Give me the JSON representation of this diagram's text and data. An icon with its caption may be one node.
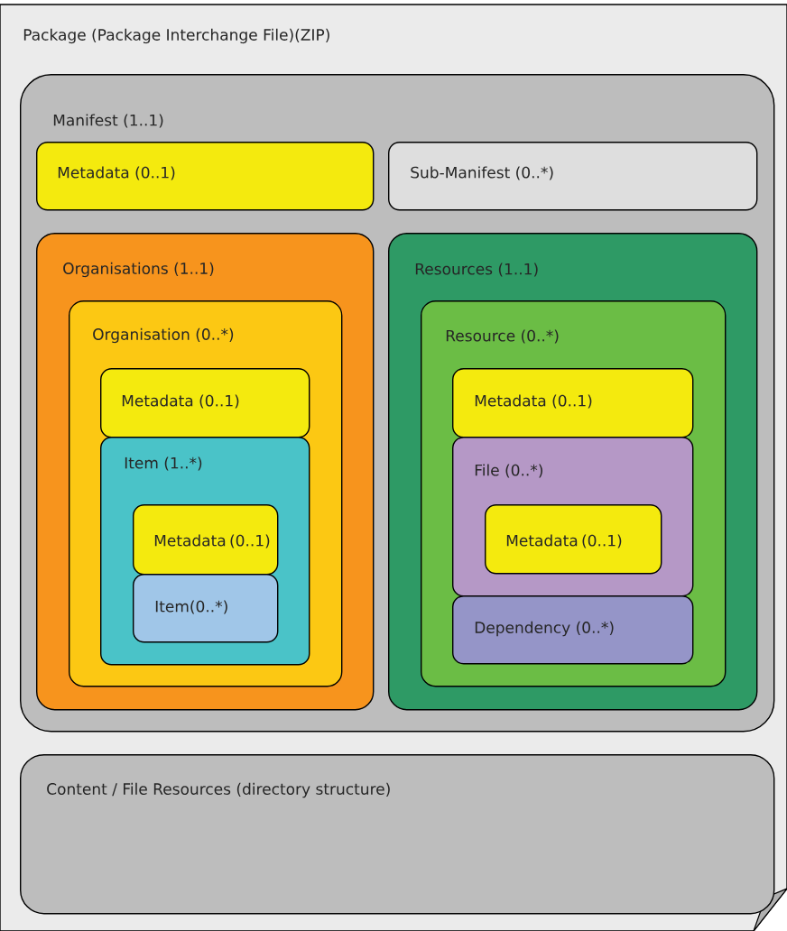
{
  "diagram": {
    "nodes": [
      {
        "text": [
          "Package (Package Interchange File)(ZIP)"
        ]
      },
      {
        "text": [
          "Manifest (1..1)"
        ],
        "in": 0
      },
      {
        "text": [
          "Metadata (0..1)"
        ],
        "in": 1
      },
      {
        "text": [
          "Sub-Manifest (0..*)"
        ],
        "in": 1
      },
      {
        "text": [
          "Organisations (1..1)"
        ],
        "in": 1
      },
      {
        "text": [
          "Organisation (0..*)"
        ],
        "in": 4
      },
      {
        "text": [
          "Metadata (0..1)"
        ],
        "in": 5
      },
      {
        "text": [
          "Item (1..*)"
        ],
        "in": 5
      },
      {
        "text": [
          "Metadata (0..1)"
        ],
        "in": 7
      },
      {
        "text": [
          "Item(0..*)"
        ],
        "in": 7
      },
      {
        "text": [
          "Resources (1..1)"
        ],
        "in": 1
      },
      {
        "text": [
          "Resource (0..*)"
        ],
        "in": 10
      },
      {
        "text": [
          "Metadata (0..1)"
        ],
        "in": 11
      },
      {
        "text": [
          "File (0..*)"
        ],
        "in": 11
      },
      {
        "text": [
          "Metadata (0..1)"
        ],
        "in": 13
      },
      {
        "text": [
          "Dependency (0..*)"
        ],
        "in": 11
      },
      {
        "text": [
          "Content / File Resources (directory structure)"
        ],
        "in": 0
      }
    ]
  }
}
